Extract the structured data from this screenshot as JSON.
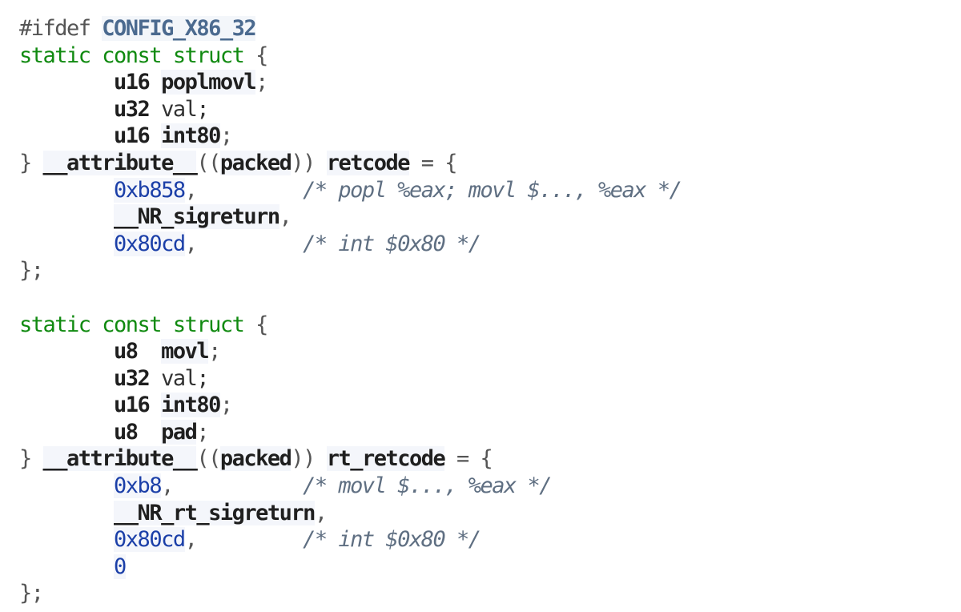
{
  "code": {
    "lines": [
      [
        {
          "t": "#ifdef ",
          "c": "pp"
        },
        {
          "t": "CONFIG_X86_32",
          "c": "macro"
        }
      ],
      [
        {
          "t": "static const struct",
          "c": "kw"
        },
        {
          "t": " {",
          "c": "punct"
        }
      ],
      [
        {
          "t": "        ",
          "c": "plain"
        },
        {
          "t": "u16",
          "c": "type"
        },
        {
          "t": " ",
          "c": "plain"
        },
        {
          "t": "poplmovl",
          "c": "ident"
        },
        {
          "t": ";",
          "c": "punct"
        }
      ],
      [
        {
          "t": "        ",
          "c": "plain"
        },
        {
          "t": "u32",
          "c": "type"
        },
        {
          "t": " val;",
          "c": "plain"
        }
      ],
      [
        {
          "t": "        ",
          "c": "plain"
        },
        {
          "t": "u16",
          "c": "type"
        },
        {
          "t": " ",
          "c": "plain"
        },
        {
          "t": "int80",
          "c": "ident"
        },
        {
          "t": ";",
          "c": "punct"
        }
      ],
      [
        {
          "t": "} ",
          "c": "punct"
        },
        {
          "t": "__attribute__",
          "c": "ident"
        },
        {
          "t": "((",
          "c": "punct"
        },
        {
          "t": "packed",
          "c": "ident"
        },
        {
          "t": ")) ",
          "c": "punct"
        },
        {
          "t": "retcode",
          "c": "ident"
        },
        {
          "t": " = {",
          "c": "punct"
        }
      ],
      [
        {
          "t": "        ",
          "c": "plain"
        },
        {
          "t": "0xb858",
          "c": "num"
        },
        {
          "t": ",         ",
          "c": "punct"
        },
        {
          "t": "/* popl %eax; movl $..., %eax */",
          "c": "cmt"
        }
      ],
      [
        {
          "t": "        ",
          "c": "plain"
        },
        {
          "t": "__NR_sigreturn",
          "c": "ident"
        },
        {
          "t": ",",
          "c": "punct"
        }
      ],
      [
        {
          "t": "        ",
          "c": "plain"
        },
        {
          "t": "0x80cd",
          "c": "num"
        },
        {
          "t": ",         ",
          "c": "punct"
        },
        {
          "t": "/* int $0x80 */",
          "c": "cmt"
        }
      ],
      [
        {
          "t": "};",
          "c": "punct"
        }
      ],
      [],
      [
        {
          "t": "static const struct",
          "c": "kw"
        },
        {
          "t": " {",
          "c": "punct"
        }
      ],
      [
        {
          "t": "        ",
          "c": "plain"
        },
        {
          "t": "u8",
          "c": "type"
        },
        {
          "t": "  ",
          "c": "plain"
        },
        {
          "t": "movl",
          "c": "ident"
        },
        {
          "t": ";",
          "c": "punct"
        }
      ],
      [
        {
          "t": "        ",
          "c": "plain"
        },
        {
          "t": "u32",
          "c": "type"
        },
        {
          "t": " val;",
          "c": "plain"
        }
      ],
      [
        {
          "t": "        ",
          "c": "plain"
        },
        {
          "t": "u16",
          "c": "type"
        },
        {
          "t": " ",
          "c": "plain"
        },
        {
          "t": "int80",
          "c": "ident"
        },
        {
          "t": ";",
          "c": "punct"
        }
      ],
      [
        {
          "t": "        ",
          "c": "plain"
        },
        {
          "t": "u8",
          "c": "type"
        },
        {
          "t": "  ",
          "c": "plain"
        },
        {
          "t": "pad",
          "c": "ident"
        },
        {
          "t": ";",
          "c": "punct"
        }
      ],
      [
        {
          "t": "} ",
          "c": "punct"
        },
        {
          "t": "__attribute__",
          "c": "ident"
        },
        {
          "t": "((",
          "c": "punct"
        },
        {
          "t": "packed",
          "c": "ident"
        },
        {
          "t": ")) ",
          "c": "punct"
        },
        {
          "t": "rt_retcode",
          "c": "ident"
        },
        {
          "t": " = {",
          "c": "punct"
        }
      ],
      [
        {
          "t": "        ",
          "c": "plain"
        },
        {
          "t": "0xb8",
          "c": "num"
        },
        {
          "t": ",           ",
          "c": "punct"
        },
        {
          "t": "/* movl $..., %eax */",
          "c": "cmt"
        }
      ],
      [
        {
          "t": "        ",
          "c": "plain"
        },
        {
          "t": "__NR_rt_sigreturn",
          "c": "ident"
        },
        {
          "t": ",",
          "c": "punct"
        }
      ],
      [
        {
          "t": "        ",
          "c": "plain"
        },
        {
          "t": "0x80cd",
          "c": "num"
        },
        {
          "t": ",         ",
          "c": "punct"
        },
        {
          "t": "/* int $0x80 */",
          "c": "cmt"
        }
      ],
      [
        {
          "t": "        ",
          "c": "plain"
        },
        {
          "t": "0",
          "c": "num"
        }
      ],
      [
        {
          "t": "};",
          "c": "punct"
        }
      ]
    ]
  }
}
